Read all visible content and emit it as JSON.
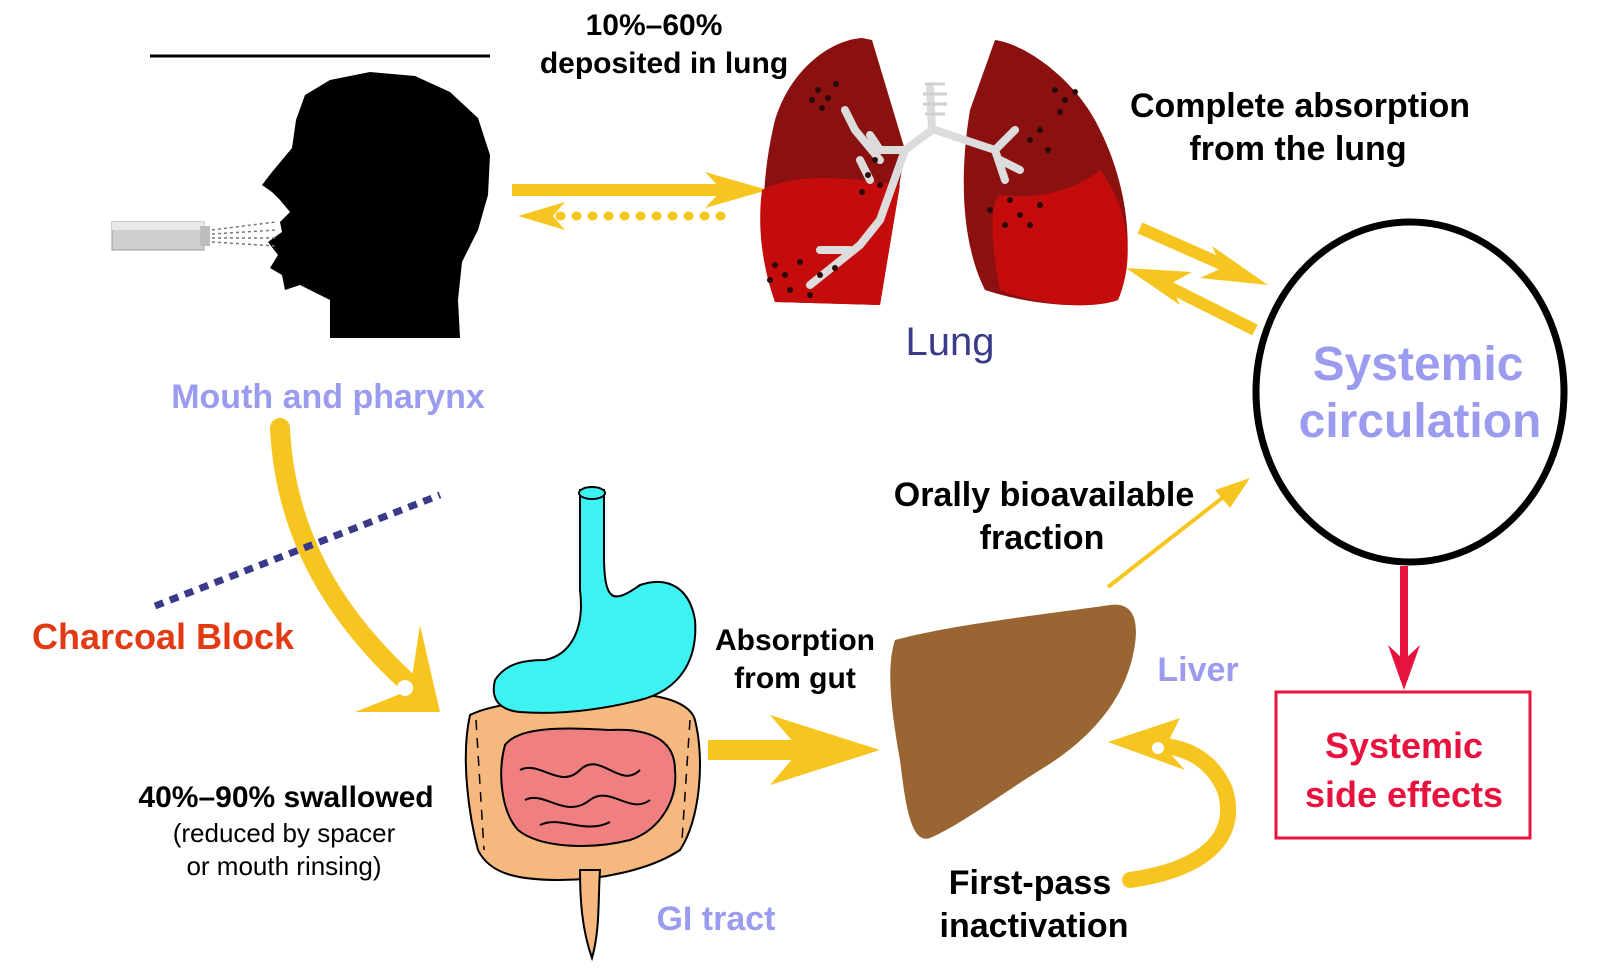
{
  "labels": {
    "deposited_line1": "10%–60%",
    "deposited_line2": "deposited in lung",
    "complete_absorption_line1": "Complete absorption",
    "complete_absorption_line2": "from the lung",
    "lung": "Lung",
    "mouth_pharynx": "Mouth and pharynx",
    "systemic_line1": "Systemic",
    "systemic_line2": "circulation",
    "orally_line1": "Orally bioavailable",
    "orally_line2": "fraction",
    "charcoal_block": "Charcoal Block",
    "absorption_gut_line1": "Absorption",
    "absorption_gut_line2": "from gut",
    "liver": "Liver",
    "side_effects_line1": "Systemic",
    "side_effects_line2": "side effects",
    "swallowed": "40%–90% swallowed",
    "reduced_line1": "(reduced by spacer",
    "reduced_line2": "or mouth rinsing)",
    "gi_tract": "GI tract",
    "first_pass_line1": "First-pass",
    "first_pass_line2": "inactivation"
  },
  "colors": {
    "arrow": "#f7c520",
    "lavender_label": "#9b9bf0",
    "lung_label": "#3a3a8a",
    "charcoal": "#e23a12",
    "side_effects": "#e8123e",
    "dotted_line": "#3a3a8a",
    "lung_dark": "#8b1111",
    "lung_light": "#c40c0c",
    "stomach": "#3ff2f2",
    "colon": "#f5b97f",
    "small_intestine": "#f08080",
    "liver": "#996633"
  }
}
